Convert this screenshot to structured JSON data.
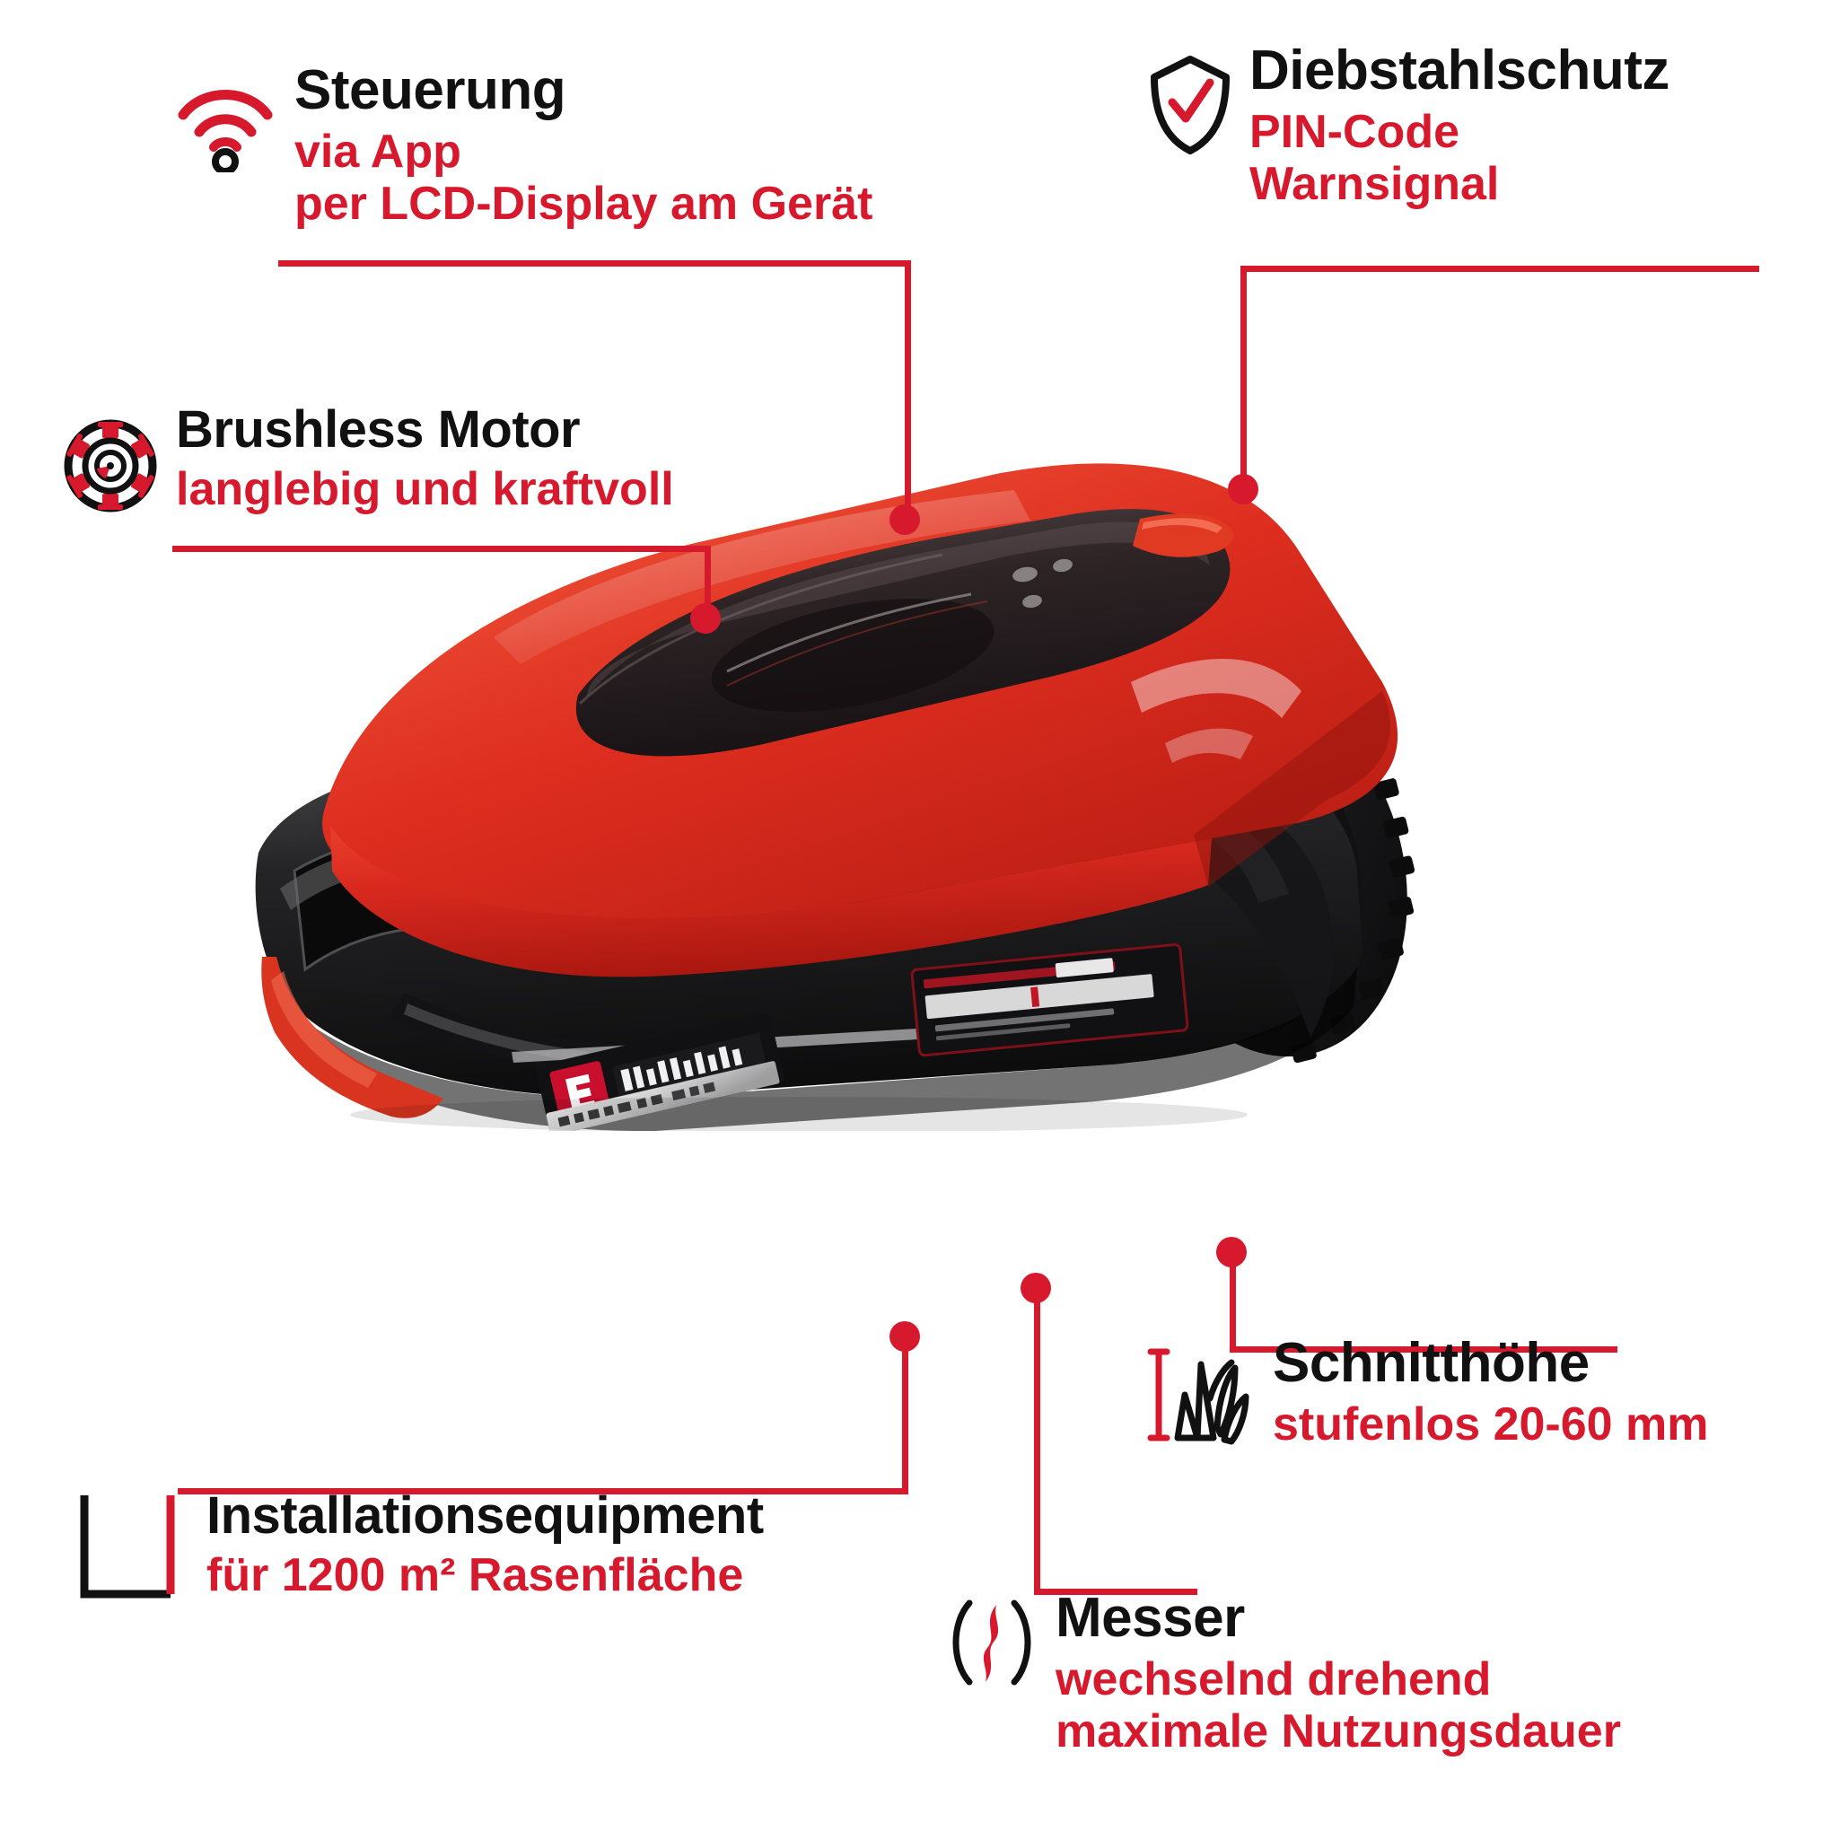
{
  "theme": {
    "accent_red": "#d7192d",
    "text_black": "#111111",
    "background": "#ffffff"
  },
  "product": {
    "name": "Einhell robotic lawn mower",
    "brand_badge": "Einhell",
    "rear_label_brand": "ROBOTICMOWER",
    "rear_label_system": "Power X-Change"
  },
  "callouts": [
    {
      "id": "steuerung",
      "icon": "wifi-icon",
      "title": "Steuerung",
      "lines": [
        "via App",
        "per LCD-Display am Gerät"
      ]
    },
    {
      "id": "diebstahlschutz",
      "icon": "shield-check-icon",
      "title": "Diebstahlschutz",
      "lines": [
        "PIN-Code",
        "Warnsignal"
      ]
    },
    {
      "id": "brushless-motor",
      "icon": "brushless-motor-icon",
      "title": "Brushless Motor",
      "lines": [
        "langlebig und kraftvoll"
      ]
    },
    {
      "id": "installationsequipment",
      "icon": "lawn-area-square-icon",
      "title": "Installationsequipment",
      "lines": [
        "für 1200 m² Rasenfläche"
      ]
    },
    {
      "id": "schnitthoehe",
      "icon": "grass-height-icon",
      "title": "Schnitthöhe",
      "lines": [
        "stufenlos 20-60 mm"
      ]
    },
    {
      "id": "messer",
      "icon": "blade-rotation-icon",
      "title": "Messer",
      "lines": [
        "wechselnd drehend",
        "maximale Nutzungsdauer"
      ]
    }
  ]
}
